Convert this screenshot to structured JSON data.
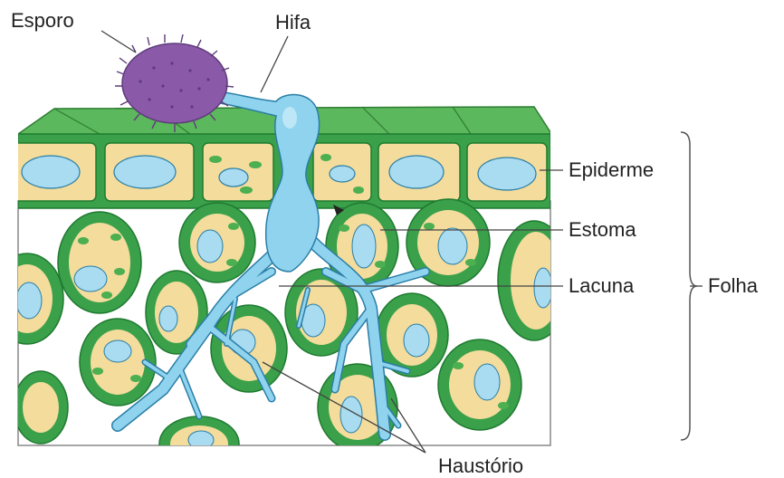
{
  "labels": {
    "spore": "Esporo",
    "hypha": "Hifa",
    "epidermis": "Epiderme",
    "stoma": "Estoma",
    "lacuna": "Lacuna",
    "leaf": "Folha",
    "haustorium": "Haustório"
  },
  "colors": {
    "cell_wall": "#3aa04a",
    "cell_wall_dark": "#1f7a30",
    "cytoplasm": "#f3dc9c",
    "vacuole": "#a9dcf0",
    "chloroplast": "#4caf50",
    "fungus": "#8fd3ee",
    "spore": "#8a5aa8",
    "leader": "#444444"
  }
}
